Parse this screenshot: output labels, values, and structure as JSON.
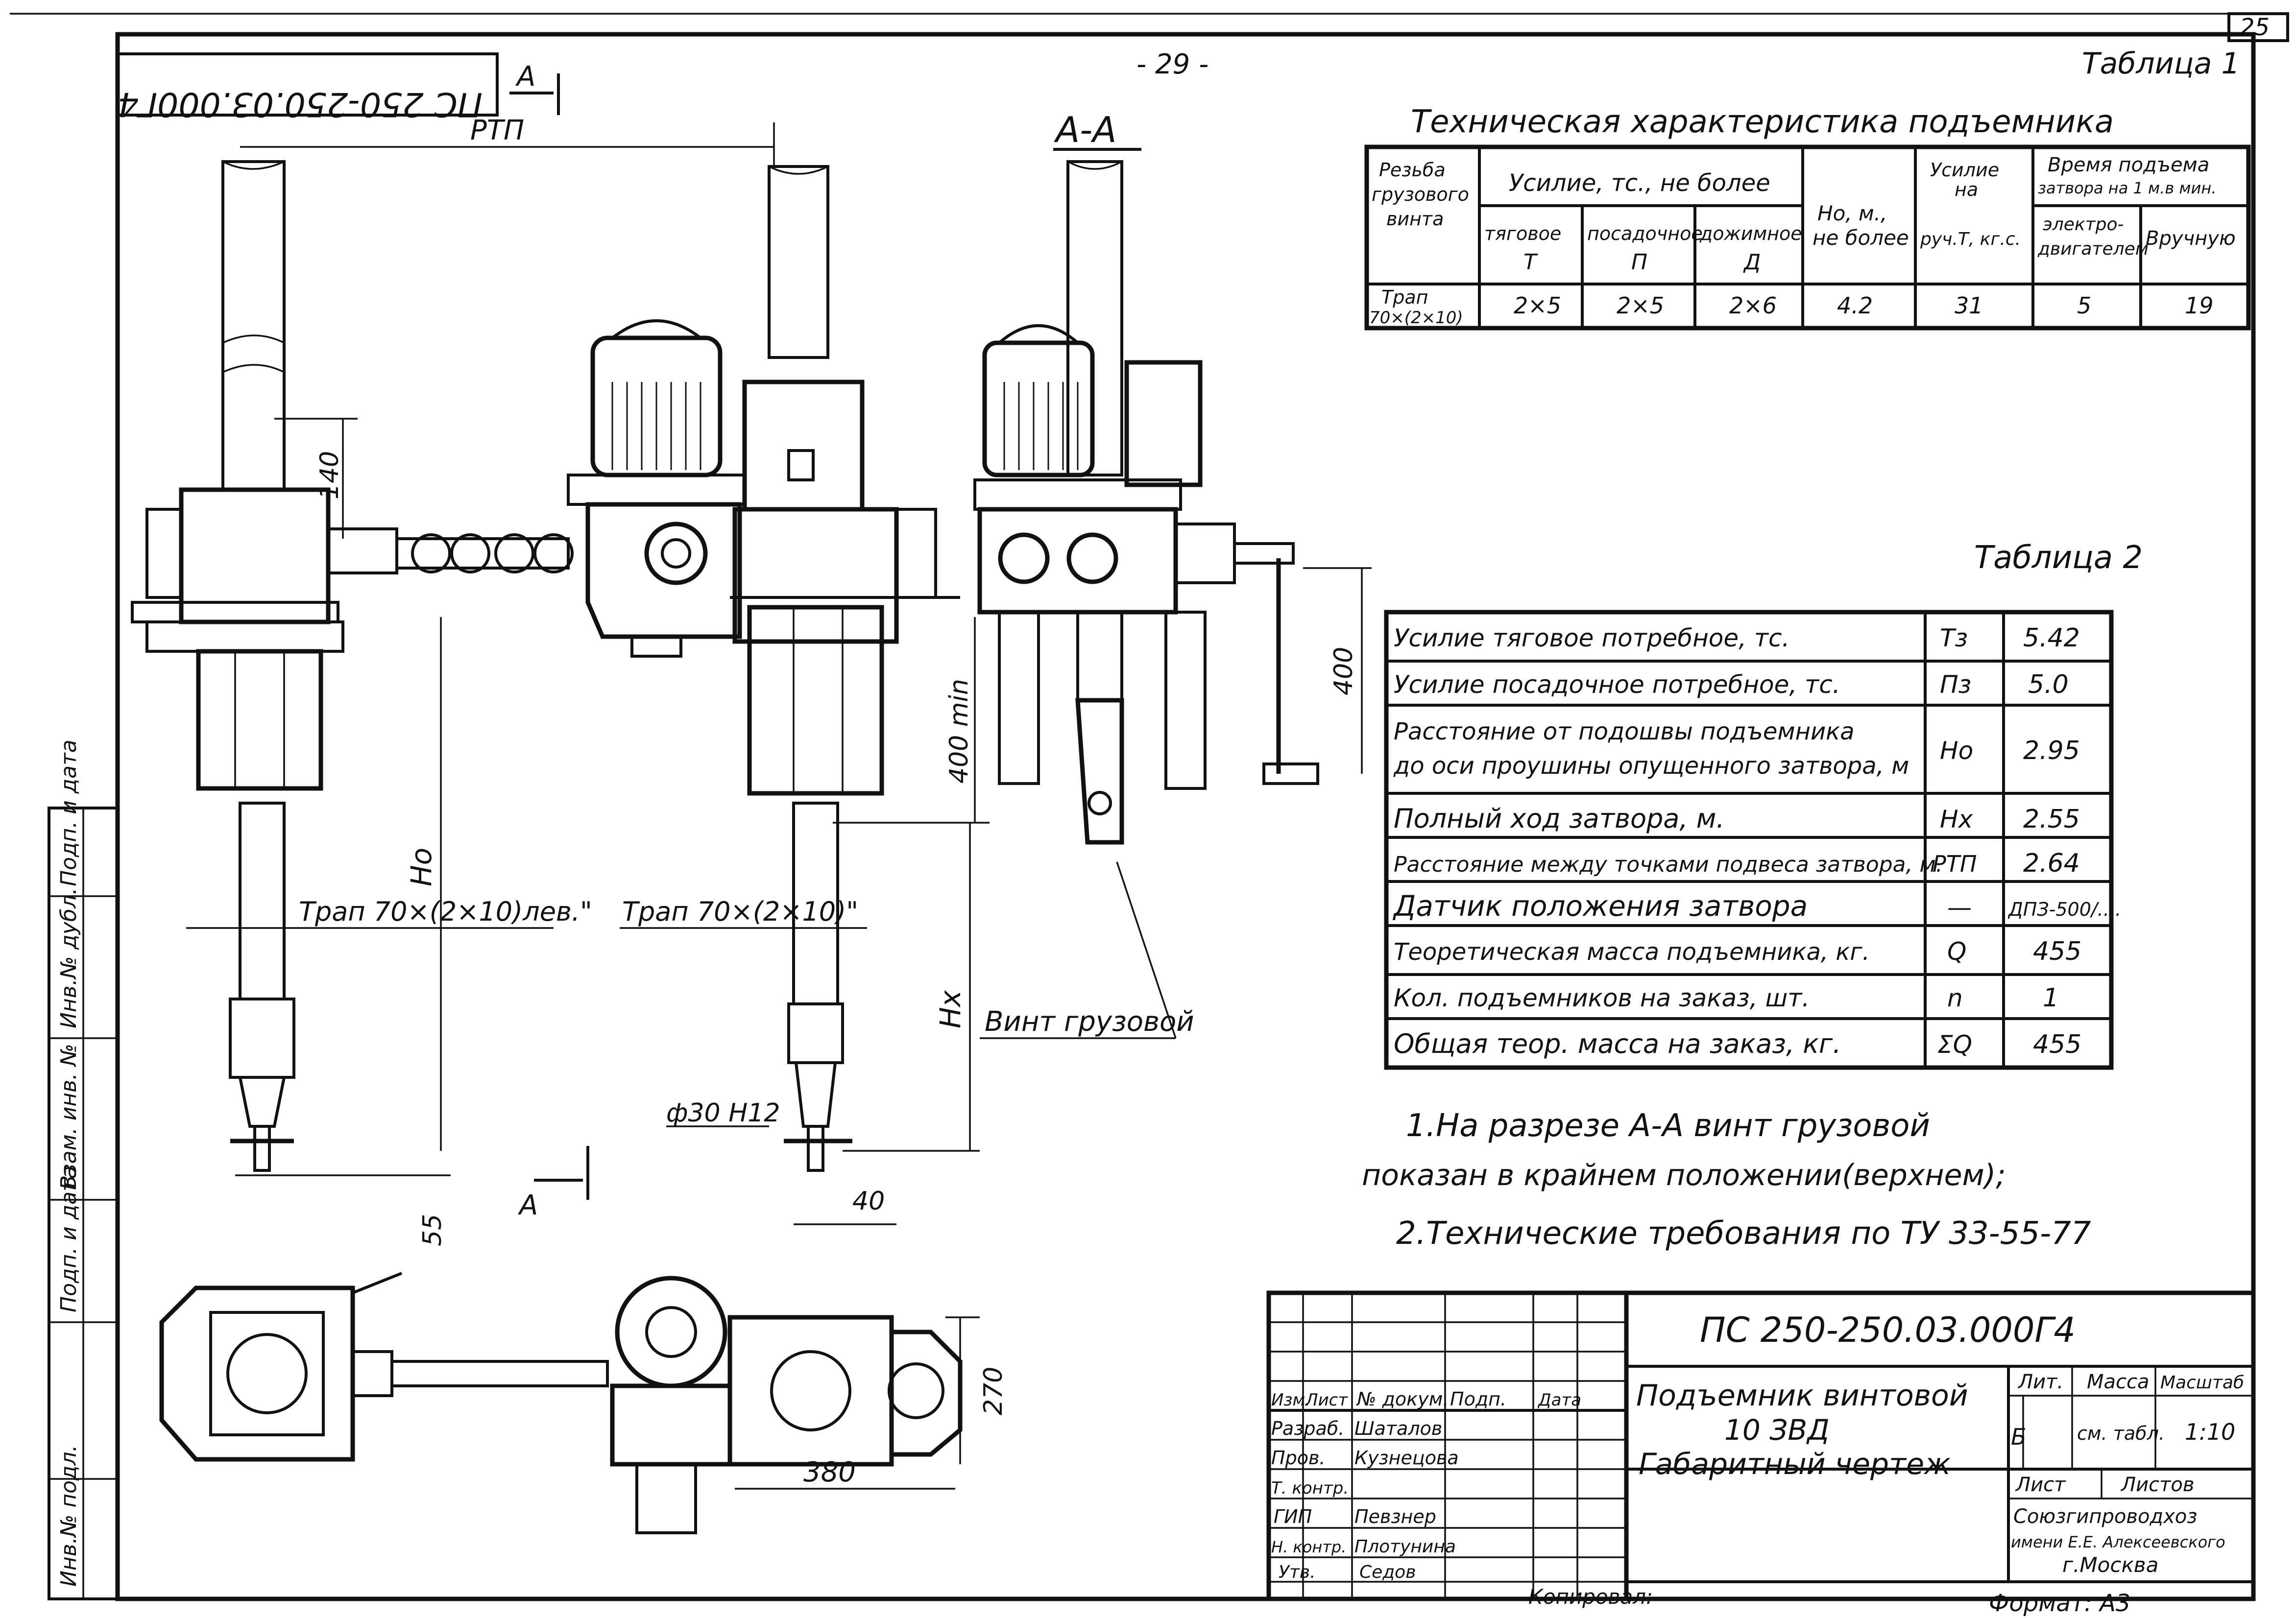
{
  "sheet": {
    "corner_number": "25",
    "page_number": "- 29 -",
    "rotated_code": "ПС 250-250.03.000Г4",
    "section_marker": "А",
    "section_mark_bottom": "А",
    "section_title": "А-А",
    "rtp_label": "РТП"
  },
  "table1": {
    "caption": "Таблица 1",
    "title": "Техническая характеристика подъемника",
    "headers": {
      "col1": [
        "Резьба",
        "грузового",
        "винта"
      ],
      "effort_group": "Усилие, тс., не более",
      "traction": [
        "тяговое",
        "Т"
      ],
      "landing": [
        "посадочное",
        "П"
      ],
      "pressing": [
        "дожимное",
        "Д"
      ],
      "height": [
        "Но, м.,",
        "не более"
      ],
      "handle": [
        "Усилие",
        "на",
        "руч.Т, кг.с."
      ],
      "time_group": [
        "Время подъема",
        "затвора на 1 м.в мин."
      ],
      "electric": [
        "электро-",
        "двигателем"
      ],
      "manual": "Вручную"
    },
    "row": {
      "thread": [
        "Трап",
        "70×(2×10)"
      ],
      "traction": "2×5",
      "landing": "2×5",
      "pressing": "2×6",
      "height": "4.2",
      "handle": "31",
      "electric": "5",
      "manual": "19"
    }
  },
  "table2": {
    "caption": "Таблица 2",
    "rows": [
      {
        "label": "Усилие тяговое потребное, тс.",
        "symbol": "Тз",
        "value": "5.42"
      },
      {
        "label": "Усилие посадочное потребное, тс.",
        "symbol": "Пз",
        "value": "5.0"
      },
      {
        "label": "Расстояние от подошвы подъемника",
        "label2": "до оси проушины опущенного затвора, м",
        "symbol": "Но",
        "value": "2.95"
      },
      {
        "label": "Полный ход затвора, м.",
        "symbol": "Нх",
        "value": "2.55"
      },
      {
        "label": "Расстояние между точками подвеса затвора, м.",
        "symbol": "РТП",
        "value": "2.64"
      },
      {
        "label": "Датчик положения затвора",
        "symbol": "—",
        "value": "ДПЗ-500/...."
      },
      {
        "label": "Теоретическая масса подъемника, кг.",
        "symbol": "Q",
        "value": "455"
      },
      {
        "label": "Кол. подъемников на заказ, шт.",
        "symbol": "n",
        "value": "1"
      },
      {
        "label": "Общая теор. масса на заказ, кг.",
        "symbol": "ΣQ",
        "value": "455"
      }
    ]
  },
  "notes": {
    "line1": "1.На разрезе А-А винт грузовой",
    "line2": "показан в крайнем положении(верхнем);",
    "line3": "2.Технические требования по ТУ 33-55-77"
  },
  "dims": {
    "d140": "140",
    "d400": "400",
    "d400min": "400 min",
    "ho": "Но",
    "hx": "Нх",
    "d55": "55",
    "d40": "40",
    "phi30": "ф30 Н12",
    "thread_left": "Трап 70×(2×10)лев.\"",
    "thread_right": "Трап 70×(2×10)\"",
    "screw_label": "Винт грузовой",
    "d270": "270",
    "d380": "380"
  },
  "left_strip": {
    "a": "Инв.№ подл.",
    "b": "Подп. и дата",
    "c": "Взам. инв. №",
    "d": "Инв.№ дубл.",
    "e": "Подп. и дата"
  },
  "title_block": {
    "code": "ПС 250-250.03.000Г4",
    "name1": "Подъемник винтовой",
    "name2": "10 ЗВД",
    "name3": "Габаритный чертеж",
    "hdr_izm": "Изм.",
    "hdr_list": "Лист",
    "hdr_doc": "№ докум.",
    "hdr_podp": "Подп.",
    "hdr_data": "Дата",
    "roles": [
      "Разраб.",
      "Пров.",
      "Т. контр.",
      "ГИП",
      "Н. контр.",
      "Утв."
    ],
    "people": [
      "Шаталов",
      "Кузнецова",
      "",
      "Певзнер",
      "Плотунина",
      "Седов"
    ],
    "lit_hdr": "Лит.",
    "mass_hdr": "Масса",
    "scale_hdr": "Масштаб",
    "lit": "Б",
    "mass": "см. табл.",
    "scale": "1:10",
    "sheet_lbl": "Лист",
    "sheets_lbl": "Листов",
    "org1": "Союзгипроводхоз",
    "org2": "имени Е.Е. Алексеевского",
    "org3": "г.Москва",
    "copied": "Копировал:",
    "format": "Формат: А3"
  }
}
